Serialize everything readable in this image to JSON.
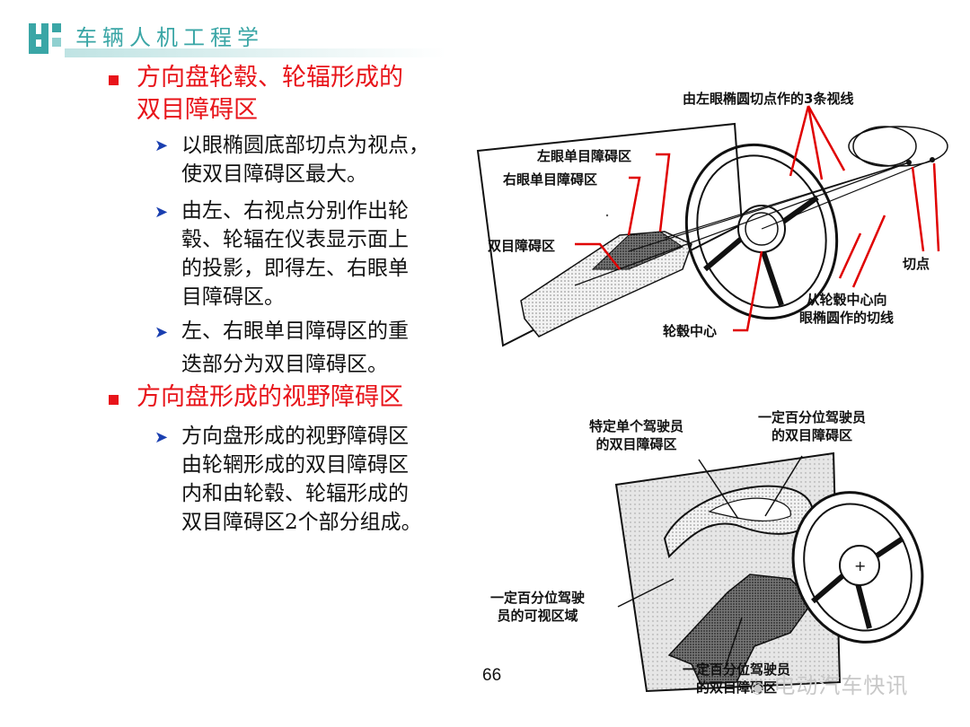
{
  "header": {
    "title": "车辆人机工程学"
  },
  "sections": [
    {
      "heading": "方向盘轮毂、轮辐形成的双目障碍区",
      "heading_lines": [
        "方向盘轮毂、轮辐形成的",
        "双目障碍区"
      ],
      "points": [
        {
          "lines": [
            "以眼椭圆底部切点为视点，",
            "使双目障碍区最大。"
          ]
        },
        {
          "lines": [
            "由左、右视点分别作出轮",
            "毂、轮辐在仪表显示面上",
            "的投影，即得左、右眼单",
            "目障碍区。"
          ]
        },
        {
          "lines": [
            "左、右眼单目障碍区的重",
            "迭部分为双目障碍区。"
          ]
        }
      ]
    },
    {
      "heading": "方向盘形成的视野障碍区",
      "heading_lines": [
        "方向盘形成的视野障碍区"
      ],
      "points": [
        {
          "lines": [
            "方向盘形成的视野障碍区",
            "由轮辋形成的双目障碍区",
            "内和由轮毂、轮辐形成的",
            "双目障碍区2个部分组成。"
          ]
        }
      ]
    }
  ],
  "figure1": {
    "labels": {
      "three_lines": "由左眼椭圆切点作的3条视线",
      "left_eye": "左眼单目障碍区",
      "right_eye": "右眼单目障碍区",
      "binocular": "双目障碍区",
      "tangent_point": "切点",
      "tangent_from_hub_1": "从轮毂中心向",
      "tangent_from_hub_2": "眼椭圆作的切线",
      "hub_center": "轮毂中心"
    }
  },
  "figure2": {
    "labels": {
      "specific_driver_1": "特定单个驾驶员",
      "specific_driver_2": "的双目障碍区",
      "percentile_bino_1": "一定百分位驾驶员",
      "percentile_bino_2": "的双目障碍区",
      "visible_area_1": "一定百分位驾驶",
      "visible_area_2": "员的可视区域",
      "percentile_bottom_1": "一定百分位驾驶员",
      "percentile_bottom_2": "的双目障碍区"
    }
  },
  "page_number": "66",
  "watermark": "电动汽车快讯"
}
